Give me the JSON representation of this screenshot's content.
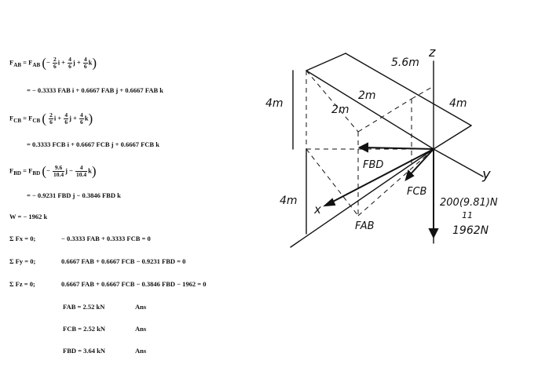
{
  "equations": {
    "fab_lhs": "F",
    "fab_lhs_sub": "AB",
    "fab_eq": "=",
    "fab_coef": "F",
    "fab_coef_sub": "AB",
    "fab_t1_sign": "−",
    "fab_t1_num": "2",
    "fab_t1_den": "6",
    "fab_t1_unit": "i +",
    "fab_t2_num": "4",
    "fab_t2_den": "6",
    "fab_t2_unit": "j +",
    "fab_t3_num": "4",
    "fab_t3_den": "6",
    "fab_t3_unit": "k",
    "fab_expanded": "=  − 0.3333 FAB i + 0.6667 FAB j + 0.6667 FAB k",
    "fcb_lhs": "F",
    "fcb_lhs_sub": "CB",
    "fcb_eq": "=",
    "fcb_coef": "F",
    "fcb_coef_sub": "CB",
    "fcb_t1_num": "2",
    "fcb_t1_den": "6",
    "fcb_t1_unit": "i +",
    "fcb_t2_num": "4",
    "fcb_t2_den": "6",
    "fcb_t2_unit": "j +",
    "fcb_t3_num": "4",
    "fcb_t3_den": "6",
    "fcb_t3_unit": "k",
    "fcb_expanded": "=  0.3333 FCB i + 0.6667 FCB j + 0.6667 FCB k",
    "fbd_lhs": "F",
    "fbd_lhs_sub": "BD",
    "fbd_eq": "=",
    "fbd_coef": "F",
    "fbd_coef_sub": "BD",
    "fbd_t1_sign": "−",
    "fbd_t1_num": "9.6",
    "fbd_t1_den": "10.4",
    "fbd_t1_unit": "j −",
    "fbd_t2_num": "4",
    "fbd_t2_den": "10.4",
    "fbd_t2_unit": "k",
    "fbd_expanded": "=  − 0.9231 FBD j − 0.3846 FBD k",
    "weight": "W  =  − 1962 k",
    "sum_x_label": "Σ Fx = 0;",
    "sum_x_rhs": "− 0.3333 FAB + 0.3333 FCB = 0",
    "sum_y_label": "Σ Fy = 0;",
    "sum_y_rhs": "0.6667 FAB + 0.6667 FCB − 0.9231 FBD = 0",
    "sum_z_label": "Σ Fz = 0;",
    "sum_z_rhs": "0.6667 FAB + 0.6667 FCB − 0.3846 FBD − 1962 = 0",
    "ans_fab": "FAB = 2.52 kN",
    "ans_fcb": "FCB = 2.52 kN",
    "ans_fbd": "FBD = 3.64 kN",
    "ans_label": "Ans"
  },
  "figure": {
    "dim_top": "5.6m",
    "dim_left": "4m",
    "dim_right": "4m",
    "dim_mid": "2m",
    "dim_inner": "2m",
    "dim_lower": "4m",
    "axis_z": "z",
    "axis_y": "y",
    "axis_x": "x",
    "label_fbd": "FBD",
    "label_fcb": "FCB",
    "label_fab": "FAB",
    "load_1": "200(9.81)N",
    "load_2": "11",
    "load_3": "1962N"
  }
}
